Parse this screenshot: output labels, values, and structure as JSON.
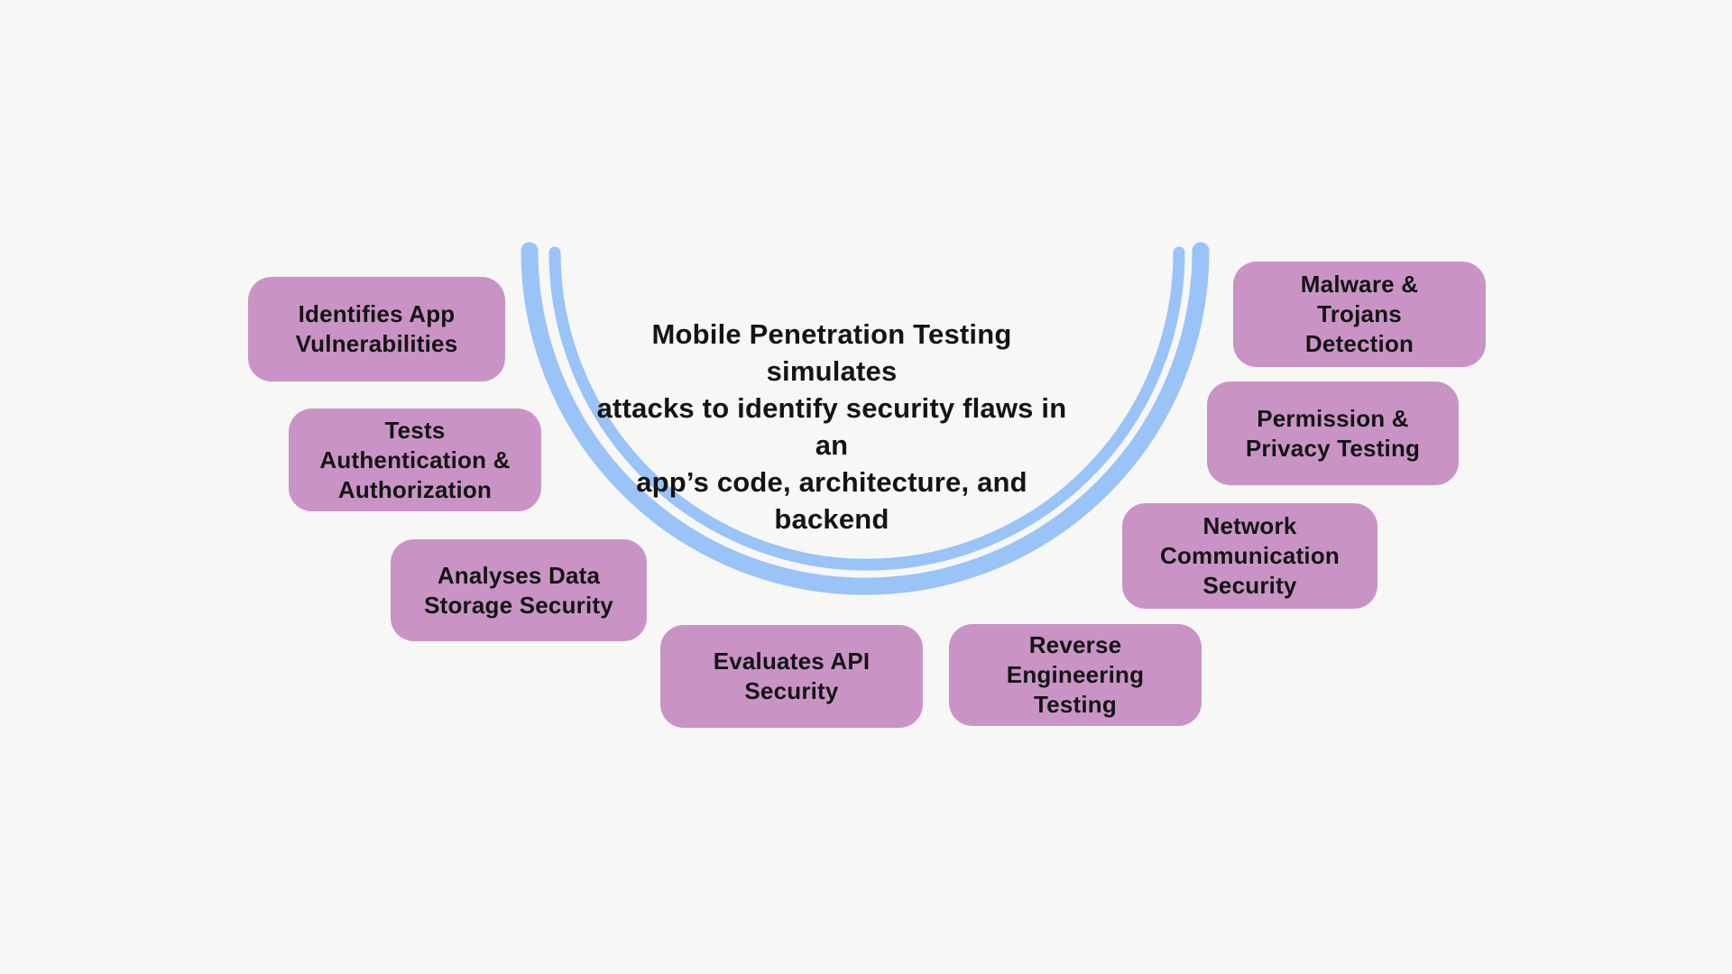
{
  "title": "Mobile Penetration Testing diagram",
  "center": {
    "text": "Mobile Penetration Testing simulates\nattacks to identify security flaws in an\napp’s code, architecture, and backend"
  },
  "boxes": [
    {
      "id": "identifies-app-vulnerabilities",
      "label": "Identifies App\nVulnerabilities"
    },
    {
      "id": "tests-authentication-authorization",
      "label": "Tests\nAuthentication &\nAuthorization"
    },
    {
      "id": "analyses-data-storage-security",
      "label": "Analyses Data\nStorage Security"
    },
    {
      "id": "evaluates-api-security",
      "label": "Evaluates API\nSecurity"
    },
    {
      "id": "reverse-engineering-testing",
      "label": "Reverse\nEngineering\nTesting"
    },
    {
      "id": "network-communication-security",
      "label": "Network\nCommunication\nSecurity"
    },
    {
      "id": "permission-privacy-testing",
      "label": "Permission &\nPrivacy Testing"
    },
    {
      "id": "malware-trojans-detection",
      "label": "Malware &\nTrojans\nDetection"
    }
  ],
  "colors": {
    "background": "#F7F7F5",
    "box_fill": "#C994C5",
    "arc_blue": "#9AC3F7",
    "text": "#141414"
  }
}
